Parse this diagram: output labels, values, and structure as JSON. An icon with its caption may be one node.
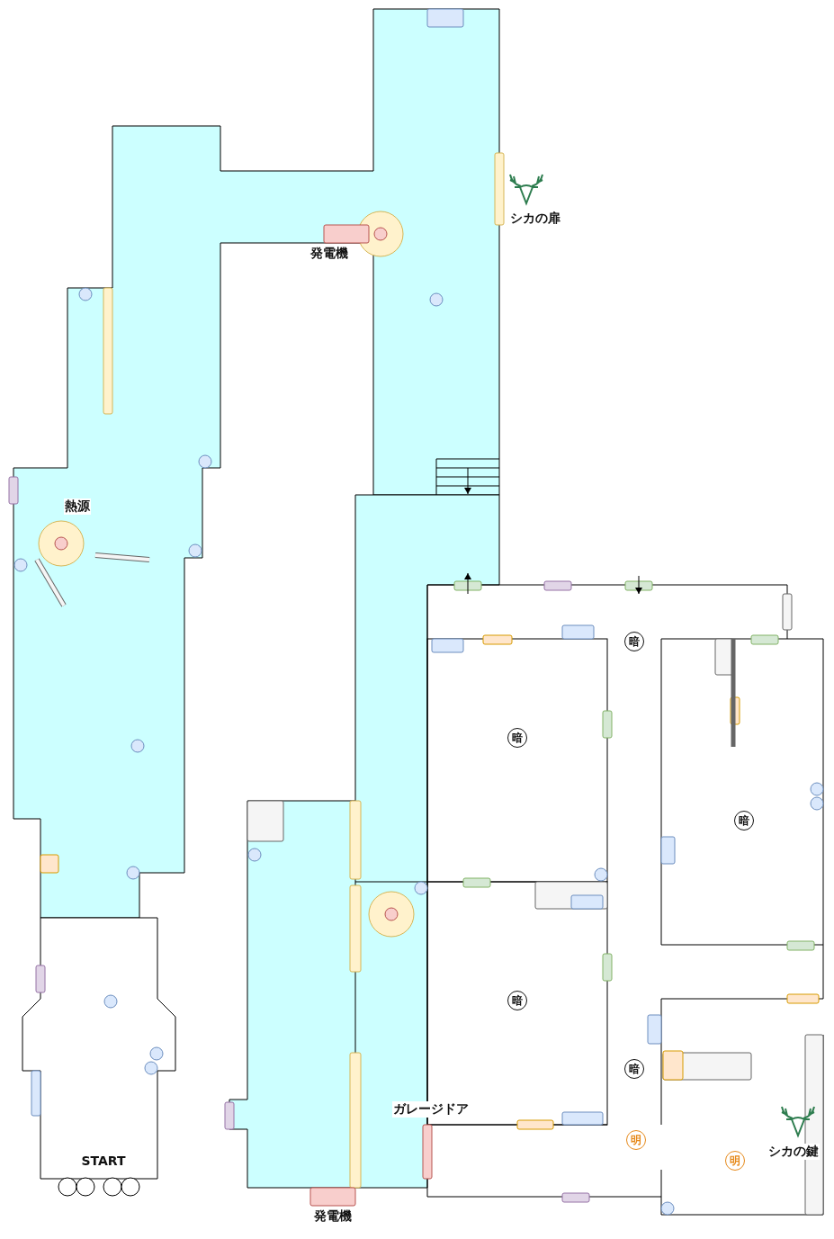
{
  "diagram": {
    "nodes": [
      {
        "text": [
          "暗"
        ]
      },
      {
        "text": [
          "暗"
        ]
      },
      {
        "text": [
          "暗"
        ]
      },
      {
        "text": [
          "暗"
        ]
      },
      {
        "text": [
          "暗"
        ]
      },
      {
        "text": [
          "明"
        ]
      },
      {
        "text": [
          "明"
        ]
      }
    ],
    "labels": [
      "シカの扉",
      "発電機",
      "熱源",
      "ガレージドア",
      "シカの鍵",
      "START",
      "発電機"
    ]
  }
}
